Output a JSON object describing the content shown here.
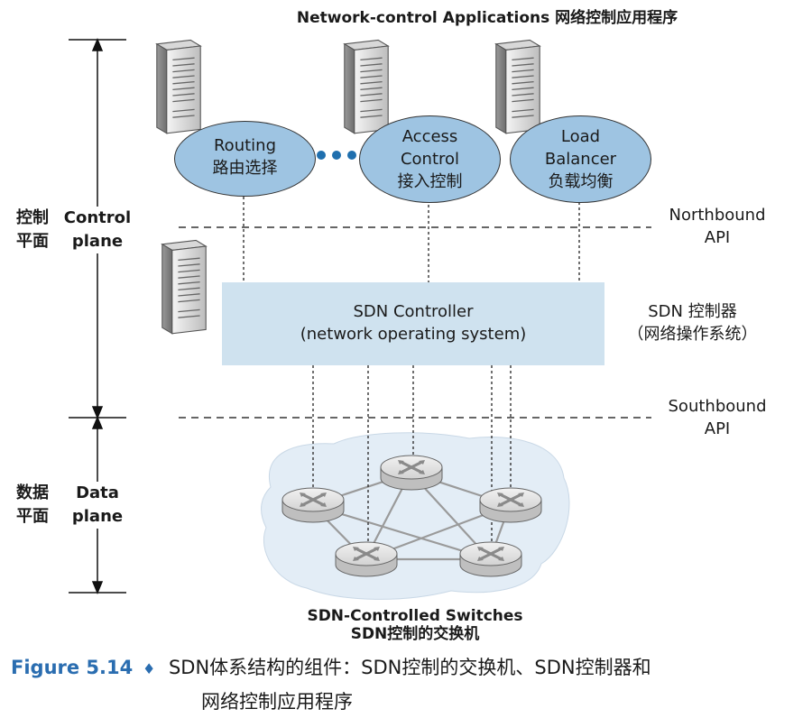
{
  "apps_title_en": "Network-control Applications",
  "apps_title_zh": "网络控制应用程序",
  "apps": [
    {
      "en": [
        "Routing"
      ],
      "zh": "路由选择"
    },
    {
      "en": [
        "Access",
        "Control"
      ],
      "zh": "接入控制"
    },
    {
      "en": [
        "Load",
        "Balancer"
      ],
      "zh": "负载均衡"
    }
  ],
  "ellipsis_dots": "• • •",
  "northbound": [
    "Northbound",
    "API"
  ],
  "southbound": [
    "Southbound",
    "API"
  ],
  "controller": {
    "line1": "SDN Controller",
    "line2": "(network operating system)"
  },
  "controller_side": {
    "line1": "SDN 控制器",
    "line2": "（网络操作系统）"
  },
  "control_plane": {
    "zh": [
      "控制",
      "平面"
    ],
    "en": [
      "Control",
      "plane"
    ]
  },
  "data_plane": {
    "zh": [
      "数据",
      "平面"
    ],
    "en": [
      "Data",
      "plane"
    ]
  },
  "switches_title_en": "SDN-Controlled Switches",
  "switches_title_zh": "SDN控制的交换机",
  "figure": {
    "number": "Figure 5.14",
    "bullet": "♦",
    "line1": "SDN体系结构的组件：SDN控制的交换机、SDN控制器和",
    "line2": "网络控制应用程序"
  },
  "colors": {
    "app_fill": "#9ec4e2",
    "controller_fill": "#cfe2ef",
    "cloud_fill": "#e3edf6",
    "caption_accent": "#2a6db0"
  }
}
